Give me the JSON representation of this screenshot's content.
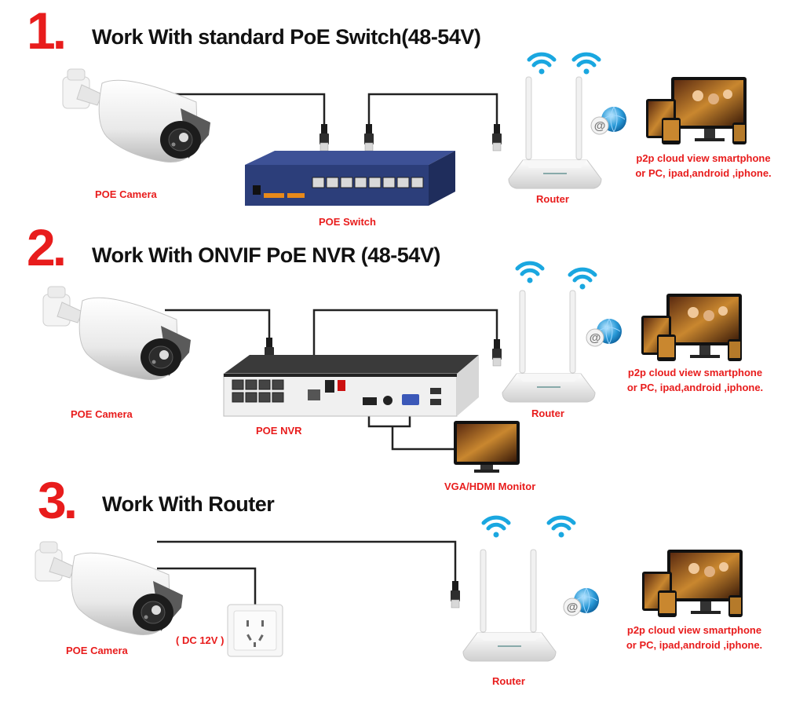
{
  "sections": [
    {
      "number": "1.",
      "title": "Work With standard PoE Switch(48-54V)"
    },
    {
      "number": "2.",
      "title": "Work With ONVIF PoE NVR (48-54V)"
    },
    {
      "number": "3.",
      "title": "Work With Router"
    }
  ],
  "labels": {
    "s1_camera": "POE Camera",
    "s1_switch": "POE Switch",
    "s1_router": "Router",
    "s1_p2p_line1": "p2p cloud view smartphone",
    "s1_p2p_line2": "or PC, ipad,android ,iphone.",
    "s2_camera": "POE Camera",
    "s2_nvr": "POE NVR",
    "s2_router": "Router",
    "s2_monitor": "VGA/HDMI Monitor",
    "s2_p2p_line1": "p2p cloud view smartphone",
    "s2_p2p_line2": "or PC, ipad,android ,iphone.",
    "s3_camera": "POE Camera",
    "s3_dc": "( DC 12V )",
    "s3_router": "Router",
    "s3_p2p_line1": "p2p cloud view smartphone",
    "s3_p2p_line2": "or PC, ipad,android ,iphone."
  },
  "colors": {
    "accent": "#e81c1c",
    "title": "#111111",
    "cable": "#222222",
    "wifi": "#1aa7e0",
    "switch_body": "#2c3e7a"
  },
  "icons": [
    "bullet-camera-icon",
    "poe-switch-icon",
    "wifi-router-icon",
    "wifi-signal-icon",
    "at-globe-icon",
    "devices-icon",
    "nvr-icon",
    "monitor-icon",
    "wall-socket-icon",
    "rj45-plug-icon"
  ]
}
